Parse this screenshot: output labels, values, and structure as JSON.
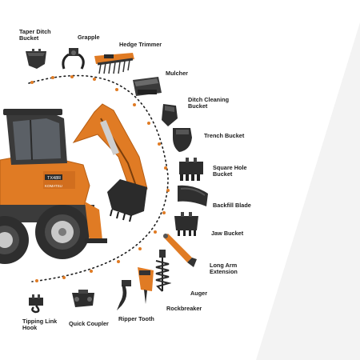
{
  "attachments": [
    {
      "label": "Taper Ditch\nBucket",
      "icon": "taper-ditch-bucket-icon"
    },
    {
      "label": "Grapple",
      "icon": "grapple-icon"
    },
    {
      "label": "Hedge Trimmer",
      "icon": "hedge-trimmer-icon"
    },
    {
      "label": "Mulcher",
      "icon": "mulcher-icon"
    },
    {
      "label": "Ditch Cleaning\nBucket",
      "icon": "ditch-cleaning-bucket-icon"
    },
    {
      "label": "Trench Bucket",
      "icon": "trench-bucket-icon"
    },
    {
      "label": "Square Hole\nBucket",
      "icon": "square-hole-bucket-icon"
    },
    {
      "label": "Backfill Blade",
      "icon": "backfill-blade-icon"
    },
    {
      "label": "Jaw Bucket",
      "icon": "jaw-bucket-icon"
    },
    {
      "label": "Long Arm\nExtension",
      "icon": "long-arm-extension-icon"
    },
    {
      "label": "Auger",
      "icon": "auger-icon"
    },
    {
      "label": "Rockbreaker",
      "icon": "rockbreaker-icon"
    },
    {
      "label": "Ripper Tooth",
      "icon": "ripper-tooth-icon"
    },
    {
      "label": "Quick Coupler",
      "icon": "quick-coupler-icon"
    },
    {
      "label": "Tipping Link\nHook",
      "icon": "tipping-link-hook-icon"
    }
  ],
  "machine": {
    "model_text": "TX48R",
    "brand_text": "KOMATSU"
  },
  "colors": {
    "orange": "#e07b24",
    "dark": "#2b2b2b",
    "arc": "#1e1e1e",
    "arc_accent": "#e07b24"
  }
}
